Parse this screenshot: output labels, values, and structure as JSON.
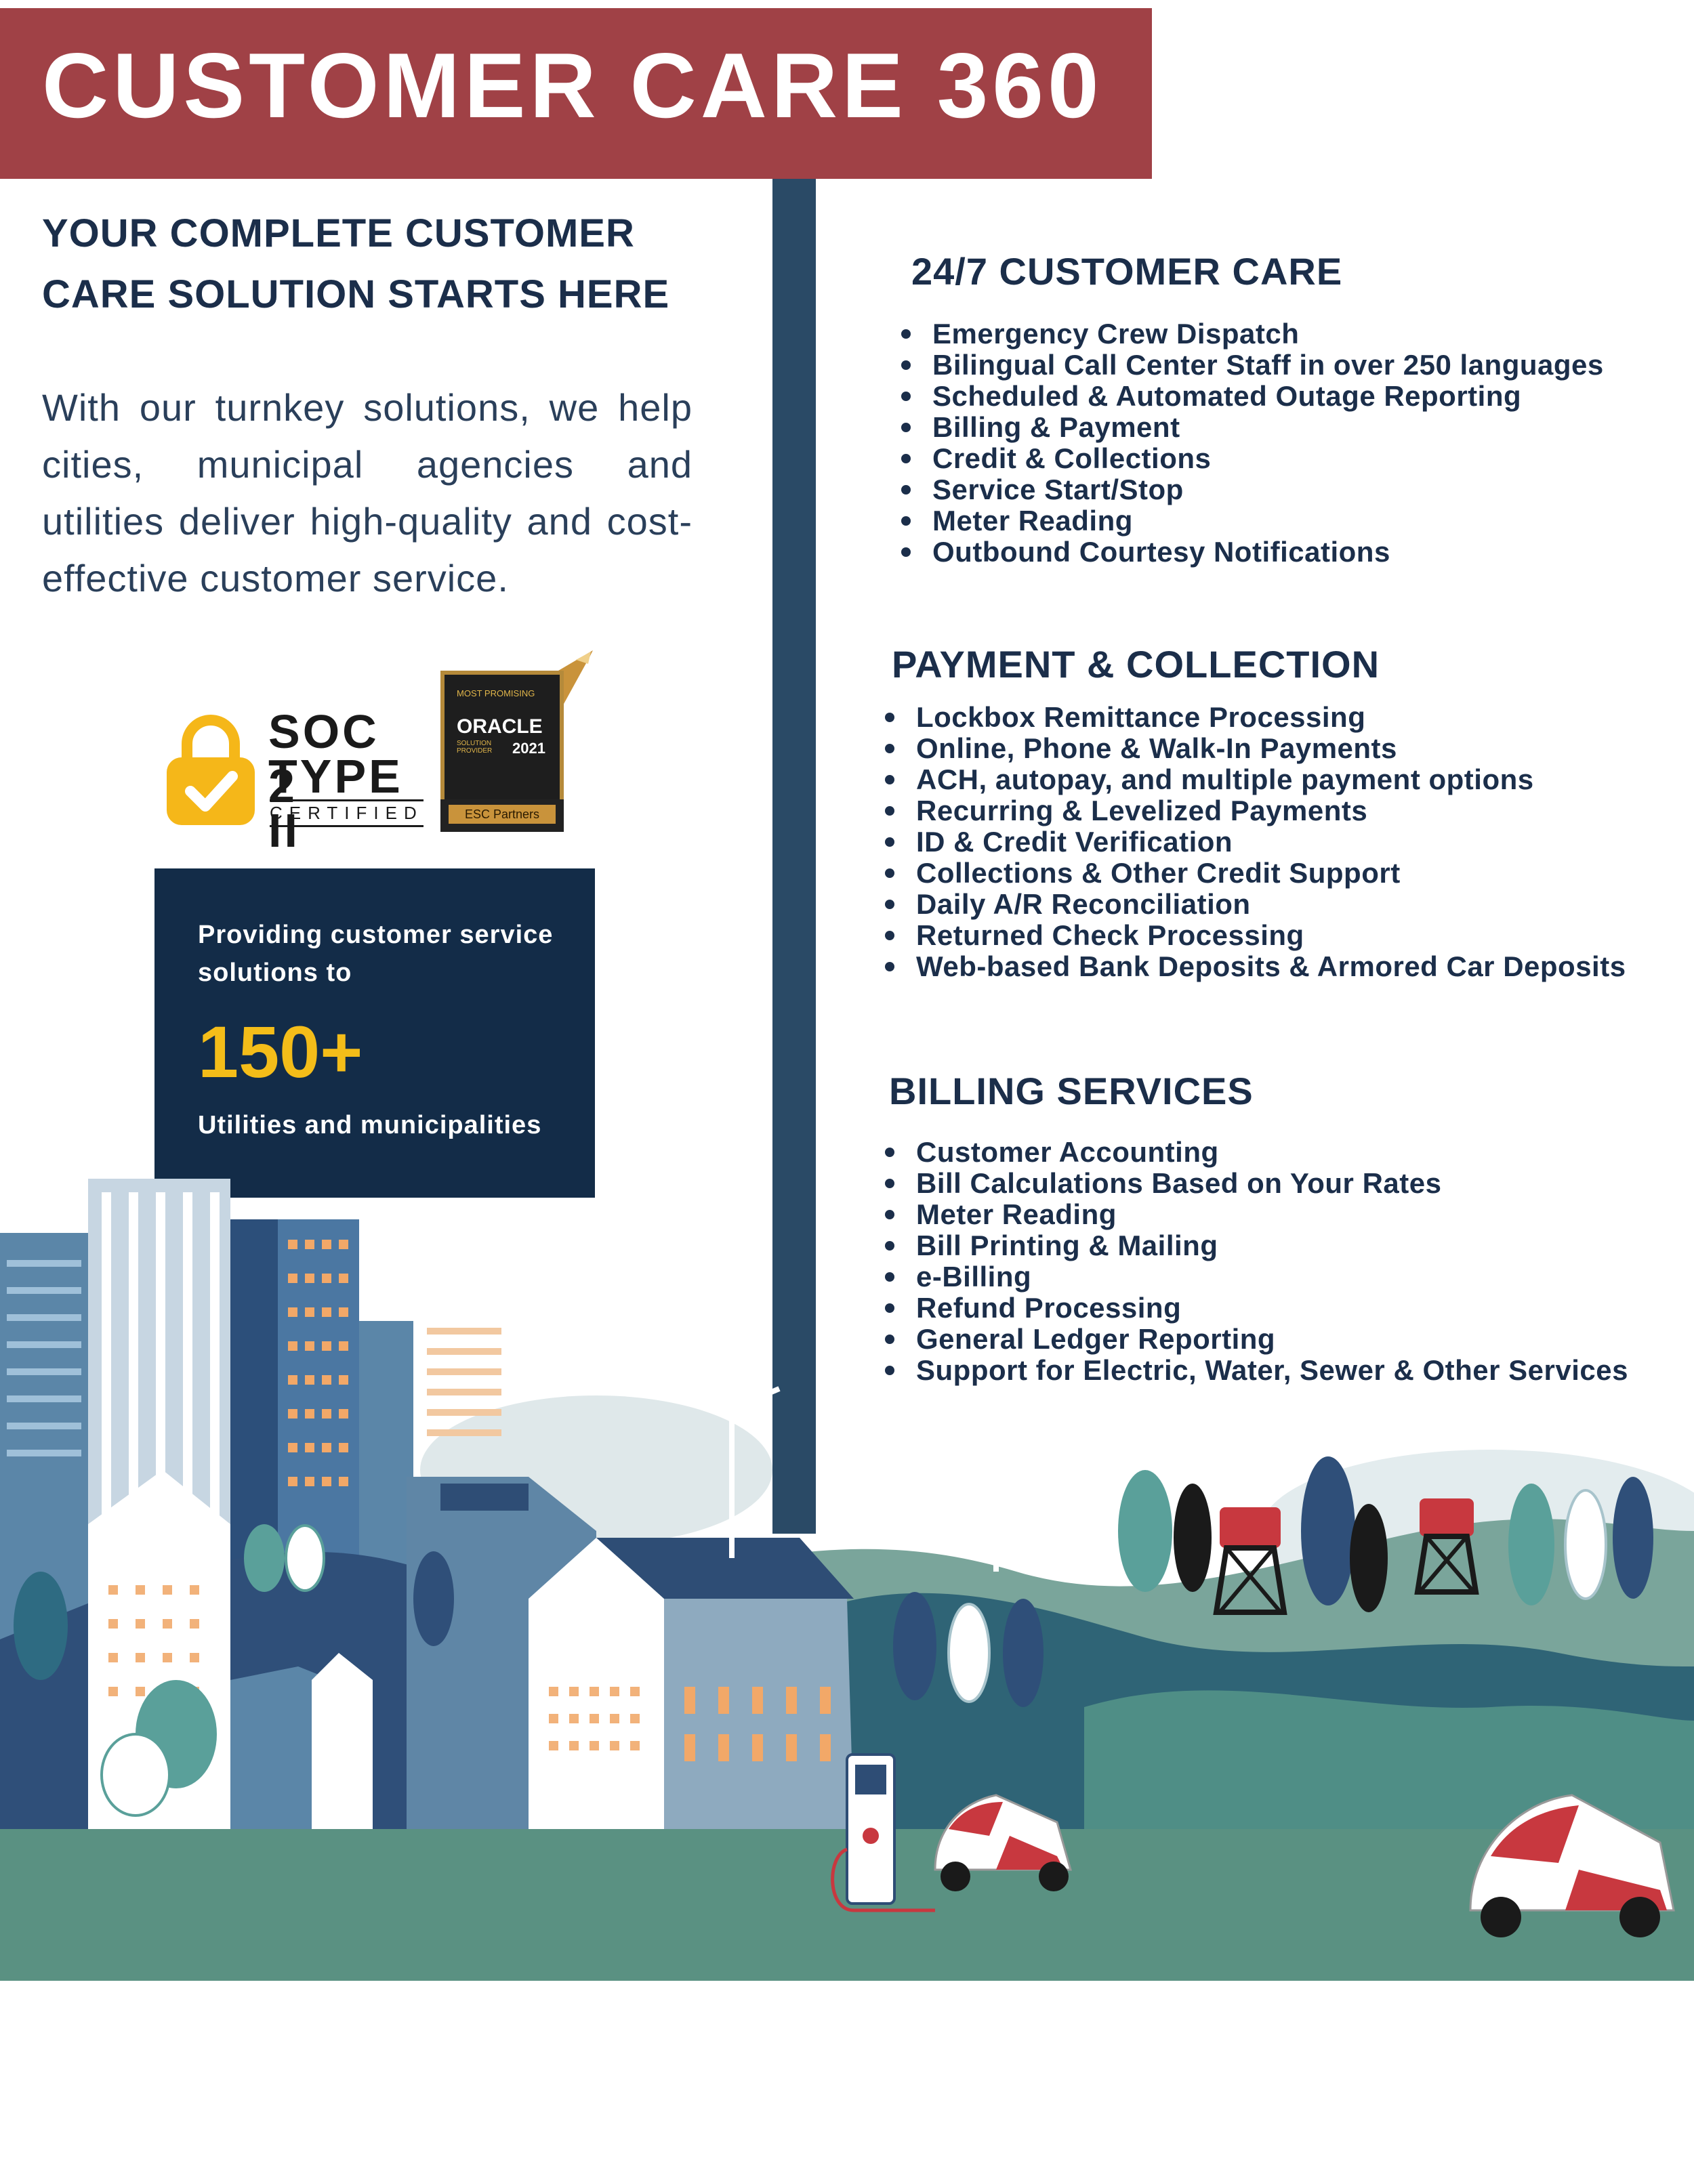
{
  "header": {
    "title": "CUSTOMER CARE 360"
  },
  "left": {
    "tagline_line1": "YOUR COMPLETE CUSTOMER",
    "tagline_line2": "CARE SOLUTION STARTS HERE",
    "intro": "With our turnkey solutions, we help cities, municipal agencies and utilities deliver high-quality and cost-effective customer service."
  },
  "badges": {
    "soc_line1": "SOC 2",
    "soc_line2": "TYPE II",
    "soc_line3": "CERTIFIED",
    "oracle_small": "MOST PROMISING",
    "oracle_name": "ORACLE",
    "oracle_sub": "SOLUTION PROVIDER",
    "oracle_year": "2021",
    "oracle_plate": "ESC Partners"
  },
  "stats": {
    "line": "Providing customer service solutions to",
    "number": "150+",
    "caption": "Utilities and municipalities"
  },
  "sections": [
    {
      "title": "24/7 CUSTOMER CARE",
      "items": [
        "Emergency Crew Dispatch",
        "Bilingual Call Center Staff in over 250 languages",
        "Scheduled & Automated Outage Reporting",
        "Billing & Payment",
        "Credit & Collections",
        "Service Start/Stop",
        "Meter Reading",
        "Outbound Courtesy Notifications"
      ]
    },
    {
      "title": "PAYMENT & COLLECTION",
      "items": [
        "Lockbox Remittance Processing",
        "Online, Phone & Walk-In Payments",
        "ACH, autopay, and multiple payment options",
        "Recurring & Levelized Payments",
        "ID & Credit Verification",
        "Collections & Other Credit Support",
        "Daily A/R Reconciliation",
        "Returned Check Processing",
        "Web-based Bank Deposits & Armored Car Deposits"
      ]
    },
    {
      "title": "BILLING SERVICES",
      "items": [
        "Customer Accounting",
        "Bill Calculations Based on Your Rates",
        "Meter Reading",
        "Bill Printing & Mailing",
        "e-Billing",
        "Refund Processing",
        "General Ledger Reporting",
        "Support for Electric, Water, Sewer & Other Services"
      ]
    }
  ],
  "colors": {
    "banner": "#a04146",
    "navy": "#132c48",
    "accent_yellow": "#f4bd19",
    "ground": "#5a9182"
  }
}
